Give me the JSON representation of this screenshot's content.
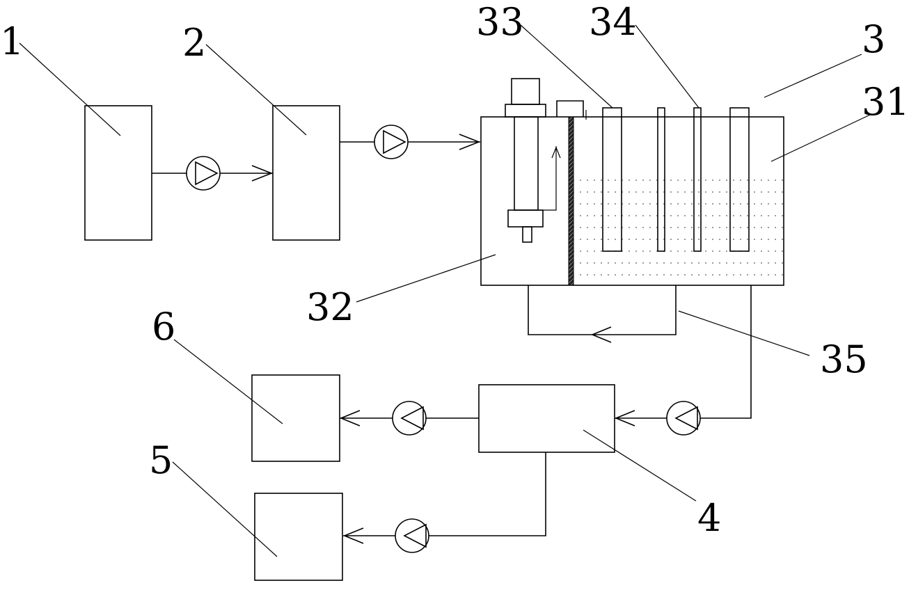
{
  "labels": {
    "l1": "1",
    "l2": "2",
    "l3": "3",
    "l31": "31",
    "l32": "32",
    "l33": "33",
    "l34": "34",
    "l35": "35",
    "l4": "4",
    "l5": "5",
    "l6": "6"
  },
  "colors": {
    "line": "#000000",
    "background": "#ffffff"
  },
  "icons": [
    "pump-icon",
    "arrow-icon"
  ]
}
